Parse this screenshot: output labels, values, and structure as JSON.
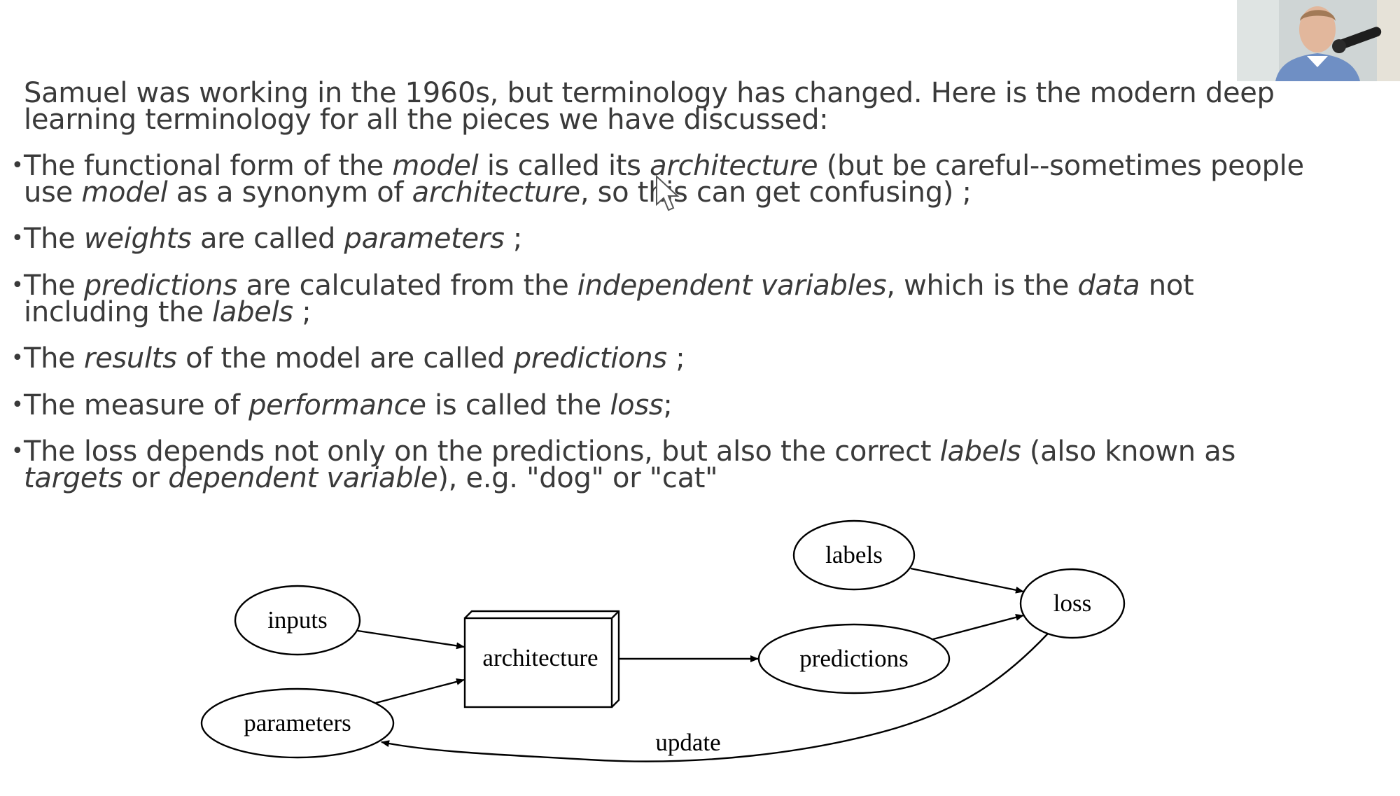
{
  "intro": {
    "line1": "Samuel was working in the 1960s, but terminology has changed. Here is the modern deep",
    "line2": "learning terminology for all the pieces we have discussed:"
  },
  "bullets": [
    {
      "l1": [
        "The functional form of the ",
        "model",
        " is called its ",
        "architecture",
        " (but be careful--sometimes people"
      ],
      "l2": [
        "use ",
        "model",
        " as a synonym of ",
        "architecture",
        ", so this can get confusing) ;"
      ]
    },
    {
      "l1": [
        "The ",
        "weights",
        " are called ",
        "parameters",
        " ;"
      ]
    },
    {
      "l1": [
        "The ",
        "predictions",
        " are calculated from the ",
        "independent variables",
        ", which is the ",
        "data",
        " not"
      ],
      "l2": [
        "including the ",
        "labels",
        " ;"
      ]
    },
    {
      "l1": [
        "The ",
        "results",
        " of the model are called ",
        "predictions",
        " ;"
      ]
    },
    {
      "l1": [
        "The measure of ",
        "performance",
        " is called the ",
        "loss",
        ";"
      ]
    },
    {
      "l1": [
        "The loss depends not only on the predictions, but also the correct ",
        "labels",
        " (also known as"
      ],
      "l2": [
        "targets",
        " or ",
        "dependent variable",
        "), e.g. \"dog\" or \"cat\""
      ]
    }
  ],
  "bullet_symbol": "•",
  "diagram": {
    "nodes": {
      "inputs": "inputs",
      "parameters": "parameters",
      "architecture": "architecture",
      "predictions": "predictions",
      "labels": "labels",
      "loss": "loss"
    },
    "edge_label_update": "update"
  },
  "colors": {
    "text": "#3a3a3a",
    "diagram": "#000000",
    "background": "#ffffff"
  },
  "icons": {
    "cursor": "mouse-pointer-icon",
    "webcam": "presenter-webcam"
  }
}
